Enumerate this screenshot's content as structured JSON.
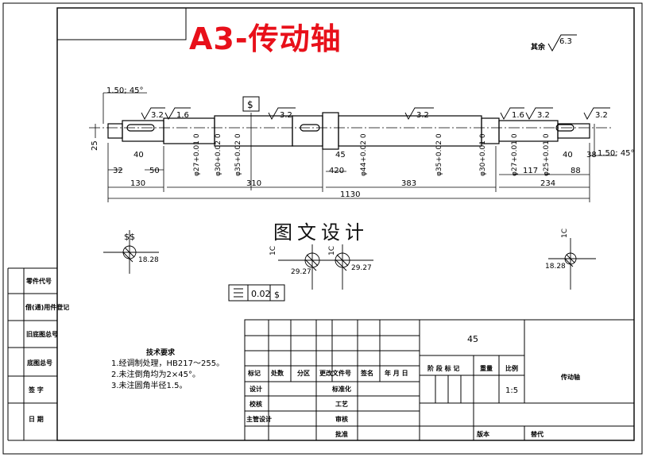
{
  "drawing_title": "A3-传动轴",
  "watermark": "图文设计",
  "rest_roughness": "其余",
  "rest_ra": "6.3",
  "dims": {
    "chamfer_left": "1.50; 45°",
    "chamfer_right": "1.50; 45°",
    "total_length": "1130",
    "seg_130": "130",
    "seg_310": "310",
    "seg_383": "383",
    "seg_234": "234",
    "seg_117": "117",
    "seg_88": "88",
    "seg_32": "32",
    "seg_50": "50",
    "seg_40a": "40",
    "seg_40b": "40",
    "seg_38": "38",
    "seg_420": "420",
    "seg_45": "45",
    "seg_25": "25",
    "dia_1": "φ27+0.01 0",
    "dia_2": "φ30+0.02 0",
    "dia_3": "φ35+0.02 0",
    "dia_4": "φ44+0.02 0",
    "dia_5": "φ35+0.02 0",
    "dia_6": "φ30+0.01 0",
    "dia_7": "φ27+0.01 0",
    "dia_8": "φ25+0.01 0",
    "ra_1": "3.2",
    "ra_2": "1.6",
    "ra_3": "3.2",
    "ra_4": "3.2",
    "ra_5": "1.6",
    "ra_6": "3.2",
    "ra_7": "3.2",
    "sec_1_dim": "18.28",
    "sec_2_dim": "29.27",
    "sec_3_dim": "29.27",
    "sec_4_dim": "18.28",
    "sec_label_1": "$$",
    "sec_label_2": "1C",
    "sec_label_3": "1C",
    "sec_label_4": "1C",
    "datum_s": "$",
    "gdt_value": "0.02",
    "gdt_datum": "$"
  },
  "tech_requirements": {
    "heading": "技术要求",
    "items": [
      "1.经调制处理，HB217～255。",
      "2.未注倒角均为2×45°。",
      "3.未注圆角半径1.5。"
    ]
  },
  "left_strip": [
    "零件代号",
    "借(通)用件登记",
    "旧底图总号",
    "底图总号",
    "签 字",
    "日 期"
  ],
  "title_block": {
    "material": "45",
    "part_name": "传动轴",
    "scale": "1:5",
    "h_mark": "标记",
    "h_count": "处数",
    "h_zone": "分区",
    "h_doc": "更改文件号",
    "h_sign": "签名",
    "h_date": "年 月 日",
    "r_design": "设计",
    "r_check": "校核",
    "r_chief": "主管设计",
    "r_std": "标准化",
    "r_proc": "工艺",
    "r_review": "审核",
    "r_approve": "批准",
    "h_stage": "阶 段 标 记",
    "h_weight": "重量",
    "h_ratio": "比例",
    "version": "版本",
    "replace": "替代"
  }
}
